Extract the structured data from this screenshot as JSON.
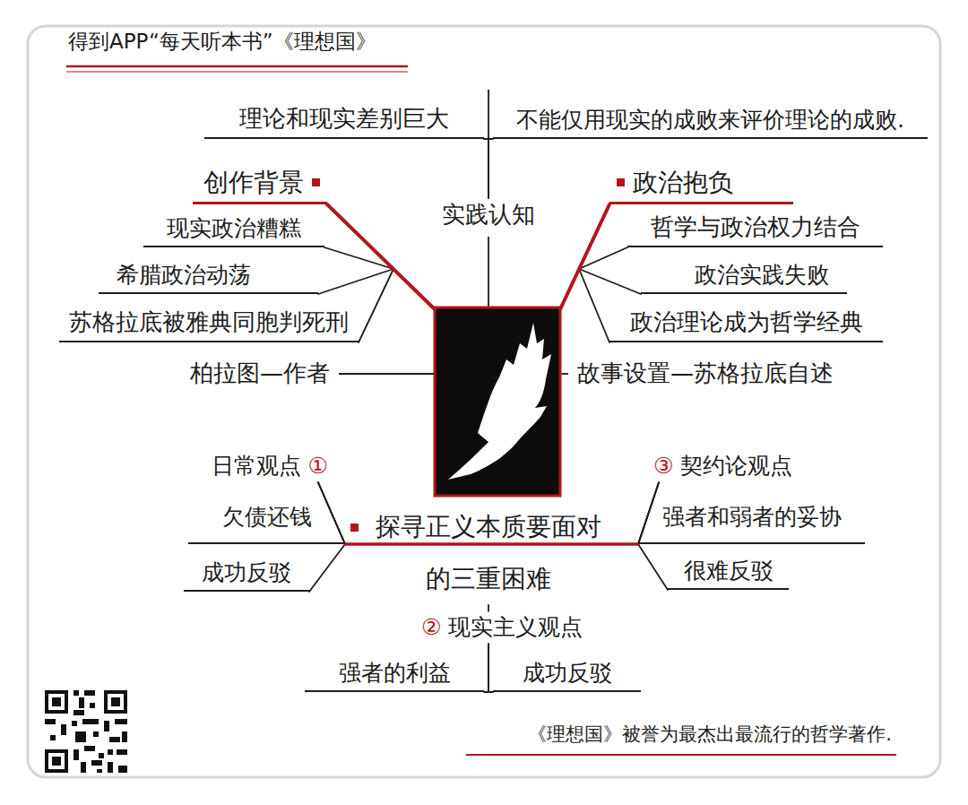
{
  "diagram": {
    "title": "得到APP“每天听本书”《理想国》",
    "caption": "《理想国》被誉为最杰出最流行的哲学著作.",
    "nodes": [
      {
        "text": [
          "实践认知"
        ]
      },
      {
        "text": [
          "理论和现实差别巨大"
        ]
      },
      {
        "text": [
          "不能仅用现实的成败来评价理论的成败."
        ]
      },
      {
        "text": [
          "创作背景"
        ]
      },
      {
        "text": [
          "现实政治糟糕"
        ]
      },
      {
        "text": [
          "希腊政治动荡"
        ]
      },
      {
        "text": [
          "苏格拉底被雅典同胞判死刑"
        ]
      },
      {
        "text": [
          "政治抱负"
        ]
      },
      {
        "text": [
          "哲学与政治权力结合"
        ]
      },
      {
        "text": [
          "政治实践失败"
        ]
      },
      {
        "text": [
          "政治理论成为哲学经典"
        ]
      },
      {
        "text": [
          "柏拉图—作者"
        ]
      },
      {
        "text": [
          "故事设置—苏格拉底自述"
        ]
      },
      {
        "text": [
          "探寻正义本质要面对的三重困难"
        ]
      },
      {
        "text": [
          "日常观点",
          "①"
        ]
      },
      {
        "text": [
          "欠债还钱"
        ]
      },
      {
        "text": [
          "成功反驳"
        ]
      },
      {
        "text": [
          "③",
          "契约论观点"
        ]
      },
      {
        "text": [
          "强者和弱者的妥协"
        ]
      },
      {
        "text": [
          "很难反驳"
        ]
      },
      {
        "text": [
          "②",
          "现实主义观点"
        ]
      },
      {
        "text": [
          "强者的利益"
        ]
      },
      {
        "text": [
          "成功反驳"
        ]
      }
    ],
    "edges": [
      {
        "from": 0,
        "to": 1,
        "arrow": "none"
      },
      {
        "from": 0,
        "to": 2,
        "arrow": "none"
      },
      {
        "from": 3,
        "to": 4,
        "arrow": "none"
      },
      {
        "from": 3,
        "to": 5,
        "arrow": "none"
      },
      {
        "from": 3,
        "to": 6,
        "arrow": "none"
      },
      {
        "from": 7,
        "to": 8,
        "arrow": "none"
      },
      {
        "from": 7,
        "to": 9,
        "arrow": "none"
      },
      {
        "from": 7,
        "to": 10,
        "arrow": "none"
      },
      {
        "from": 13,
        "to": 14,
        "arrow": "none"
      },
      {
        "from": 13,
        "to": 17,
        "arrow": "none"
      },
      {
        "from": 13,
        "to": 20,
        "arrow": "none"
      },
      {
        "from": 14,
        "to": 15,
        "arrow": "none"
      },
      {
        "from": 14,
        "to": 16,
        "arrow": "none"
      },
      {
        "from": 17,
        "to": 18,
        "arrow": "none"
      },
      {
        "from": 17,
        "to": 19,
        "arrow": "none"
      },
      {
        "from": 20,
        "to": 21,
        "arrow": "none"
      },
      {
        "from": 20,
        "to": 22,
        "arrow": "none"
      }
    ]
  }
}
